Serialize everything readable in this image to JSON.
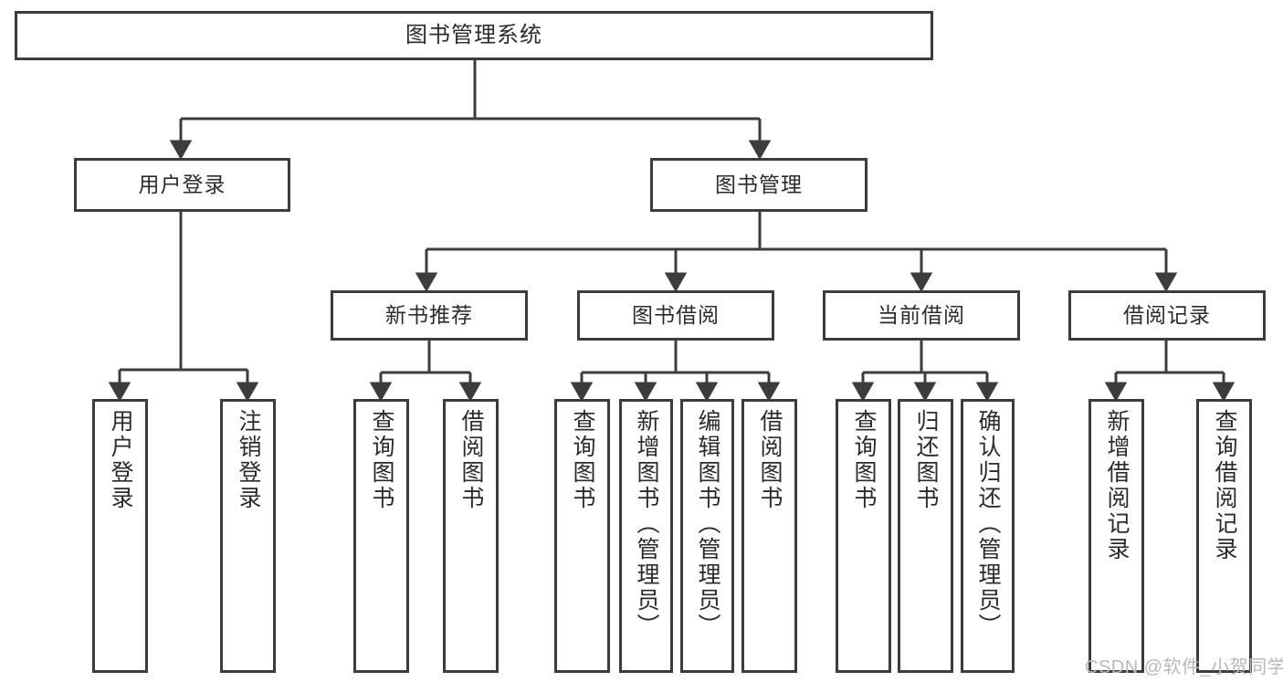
{
  "diagram": {
    "title": "图书管理系统",
    "type": "hierarchical-tree",
    "colors": {
      "node_border": "#3c3c3c",
      "node_fill": "#ffffff",
      "edge": "#3c3c3c",
      "text": "#2b2b2b",
      "watermark": "#b9b9b9",
      "background": "#ffffff"
    },
    "watermark": "CSDN @软件_小贺同学",
    "levels": {
      "root": {
        "label": "图书管理系统"
      },
      "level1": [
        {
          "label": "用户登录"
        },
        {
          "label": "图书管理"
        }
      ],
      "level2": [
        {
          "label": "新书推荐",
          "parent": "图书管理"
        },
        {
          "label": "图书借阅",
          "parent": "图书管理"
        },
        {
          "label": "当前借阅",
          "parent": "图书管理"
        },
        {
          "label": "借阅记录",
          "parent": "图书管理"
        }
      ],
      "leaves": [
        {
          "label": "用户登录",
          "parent": "用户登录"
        },
        {
          "label": "注销登录",
          "parent": "用户登录"
        },
        {
          "label": "查询图书",
          "parent": "新书推荐"
        },
        {
          "label": "借阅图书",
          "parent": "新书推荐"
        },
        {
          "label": "查询图书",
          "parent": "图书借阅"
        },
        {
          "label": "新增图书（管理员）",
          "parent": "图书借阅"
        },
        {
          "label": "编辑图书（管理员）",
          "parent": "图书借阅"
        },
        {
          "label": "借阅图书",
          "parent": "图书借阅"
        },
        {
          "label": "查询图书",
          "parent": "当前借阅"
        },
        {
          "label": "归还图书",
          "parent": "当前借阅"
        },
        {
          "label": "确认归还（管理员）",
          "parent": "当前借阅"
        },
        {
          "label": "新增借阅记录",
          "parent": "借阅记录"
        },
        {
          "label": "查询借阅记录",
          "parent": "借阅记录"
        }
      ]
    }
  }
}
